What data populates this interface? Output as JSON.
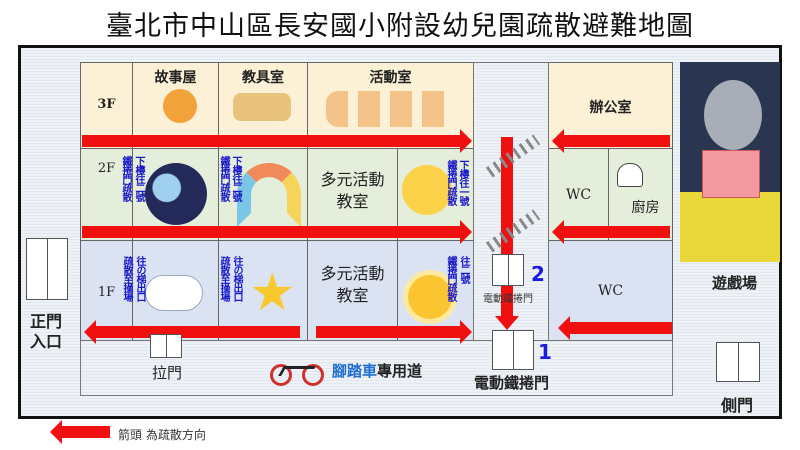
{
  "title": "臺北市中山區長安國小附設幼兒園疏散避難地圖",
  "floors": {
    "f3": "3F",
    "f2": "2F",
    "f1": "1F"
  },
  "rooms_3f": {
    "story_house": "故事屋",
    "teaching_aids": "教具室",
    "activity": "活動室",
    "office": "辦公室"
  },
  "rooms_2f": {
    "multi_room": "多元活動\n教室",
    "wc": "WC",
    "kitchen": "廚房"
  },
  "rooms_1f": {
    "multi_room": "多元活動\n教室",
    "wc": "WC"
  },
  "notes": {
    "f2_c1a": "下樓往二號",
    "f2_c1b": "鐵捲門疏散",
    "f2_c2a": "下樓往二號",
    "f2_c2b": "鐵捲門疏散",
    "f2_c4a": "下樓往一號",
    "f2_c4b": "鐵捲門疏散",
    "f1_c1a": "往の梯出口",
    "f1_c1b": "疏散至操場",
    "f1_c2a": "往の梯出口",
    "f1_c2b": "疏散至操場",
    "f1_c4a": "往二號",
    "f1_c4b": "鐵捲門疏散"
  },
  "labels": {
    "main_gate": "正門\n入口",
    "sliding_door": "拉門",
    "bike_lane": "腳踏車專用道",
    "bike_lane_blue": "腳踏車",
    "bike_lane_rest": "專用道",
    "rolling_door_1": "電動鐵捲門",
    "rolling_door_2": "電動鐵捲門",
    "num1": "1",
    "num2": "2",
    "playground": "遊戲場",
    "side_door": "側門"
  },
  "legend": {
    "text": "箭頭 為疏散方向"
  },
  "colors": {
    "arrow": "#f01010",
    "note": "#1a1ac8",
    "f3": "#fcf1d6",
    "f2": "#e4eedb",
    "f1": "#dbe3f3"
  }
}
